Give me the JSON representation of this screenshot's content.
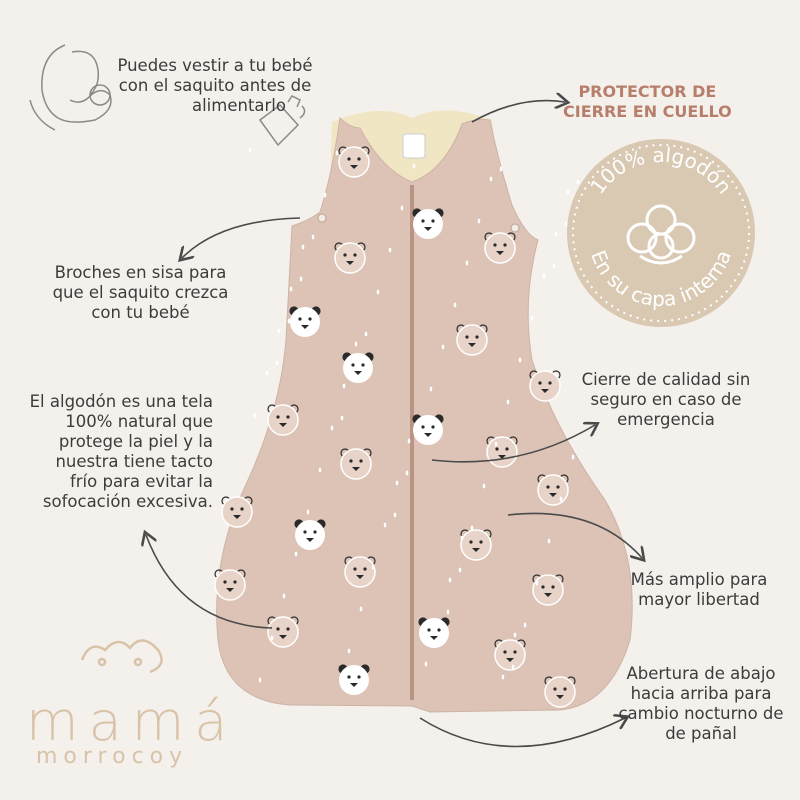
{
  "texts": {
    "feed": [
      "Puedes vestir a tu bebé",
      "con el saquito antes de",
      "alimentarlo"
    ],
    "protector": [
      "PROTECTOR DE",
      "CIERRE EN CUELLO"
    ],
    "broches": [
      "Broches en sisa para",
      "que el saquito crezca",
      "con tu bebé"
    ],
    "algodon": [
      "El algodón es una tela",
      "100% natural que",
      "protege la piel y la",
      "nuestra tiene tacto",
      "frío para evitar la",
      "sofocación excesiva."
    ],
    "cierre": [
      "Cierre de calidad sin",
      "seguro en caso de",
      "emergencia"
    ],
    "amplio": [
      "Más amplio para",
      "mayor libertad"
    ],
    "abertura": [
      "Abertura de abajo",
      "hacia arriba para",
      "cambio nocturno de",
      "de pañal"
    ],
    "badge_top": "100% algodón",
    "badge_bottom": "En su capa interna"
  },
  "brand": {
    "main": "mamá",
    "sub": "morrocoy"
  },
  "colors": {
    "background": "#f4f1ec",
    "fabric": "#dcc3b6",
    "lining": "#f1e6c4",
    "badge": "#d9c9b2",
    "accent": "#b77e6c",
    "arrow": "#4a4a4a"
  },
  "icons": [
    "mother-baby-icon",
    "baby-bottle-icon",
    "cotton-flower-icon",
    "bear-face-icon"
  ]
}
